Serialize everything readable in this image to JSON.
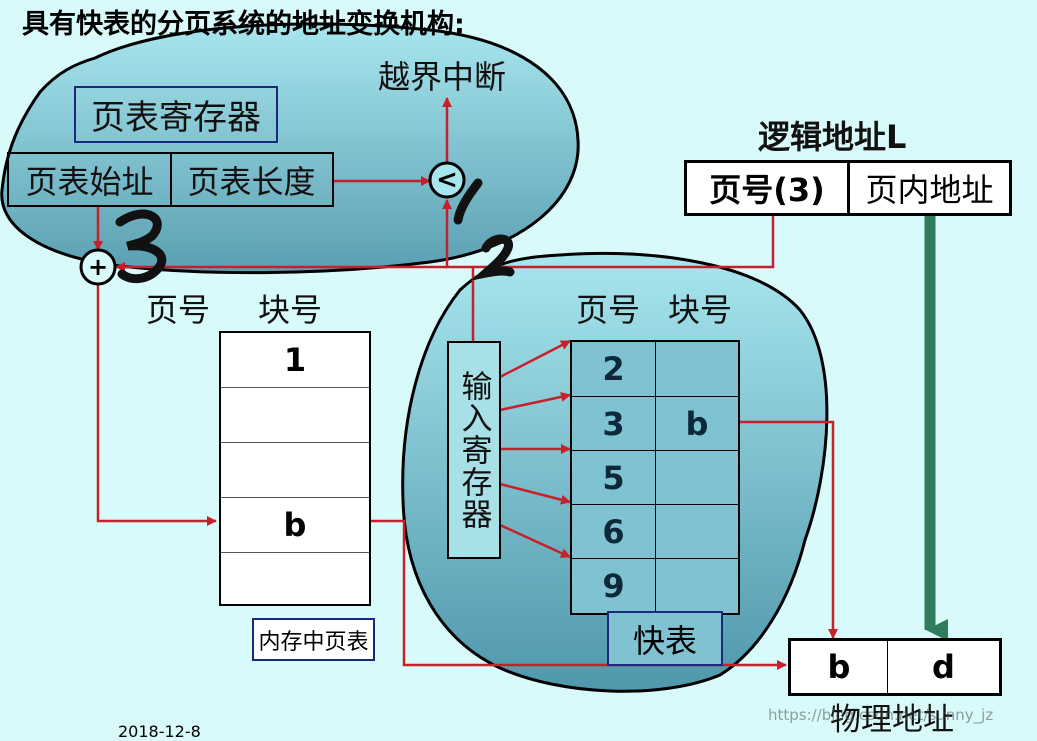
{
  "title": "具有快表的分页系统的地址变换机构:",
  "interrupt_label": "越界中断",
  "page_table_register": {
    "label": "页表寄存器",
    "start_addr": "页表始址",
    "length": "页表长度"
  },
  "compare_symbol": "<",
  "adder_symbol": "+",
  "logical_address": {
    "label": "逻辑地址L",
    "page_number": "页号(3)",
    "offset": "页内地址"
  },
  "memory_page_table": {
    "header_page": "页号",
    "header_block": "块号",
    "rows": [
      "1",
      "",
      "",
      "b",
      ""
    ],
    "label": "内存中页表"
  },
  "tlb": {
    "header_page": "页号",
    "header_block": "块号",
    "pages": [
      "2",
      "3",
      "5",
      "6",
      "9"
    ],
    "blocks": [
      "",
      "b",
      "",
      "",
      ""
    ],
    "label": "快表",
    "input_register": "输入寄存器"
  },
  "physical_address": {
    "block": "b",
    "offset": "d",
    "label": "物理地址"
  },
  "handwritten_marks": [
    "3",
    "1",
    "2"
  ],
  "footer_date": "2018-12-8",
  "watermark": "https://blog.csdn.net/sunny_jz",
  "colors": {
    "background": "#d8fafa",
    "blob_fill": "#5fb6c8",
    "arrow_red": "#c8202a",
    "arrow_green": "#2f7d5c",
    "label_border": "#1a2a7a"
  }
}
